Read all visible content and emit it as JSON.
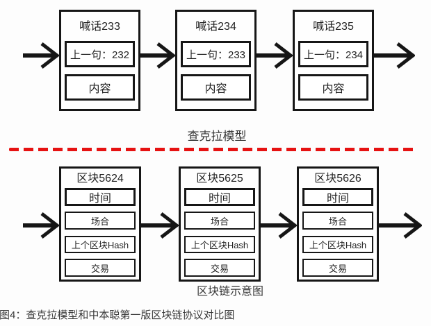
{
  "figure": {
    "caption": "图4：查克拉模型和中本聪第一版区块链协议对比图",
    "divider_color": "#e61212",
    "line_color": "#161616"
  },
  "chakra": {
    "label": "查克拉模型",
    "nodes": [
      {
        "title": "喊话233",
        "prev": "上一句：232",
        "content": "内容"
      },
      {
        "title": "喊话234",
        "prev": "上一句：233",
        "content": "内容"
      },
      {
        "title": "喊话235",
        "prev": "上一句：234",
        "content": "内容"
      }
    ]
  },
  "blockchain": {
    "label": "区块链示意图",
    "nodes": [
      {
        "title": "区块5624",
        "fields": [
          "时间",
          "场合",
          "上个区块Hash",
          "交易"
        ]
      },
      {
        "title": "区块5625",
        "fields": [
          "时间",
          "场合",
          "上个区块Hash",
          "交易"
        ]
      },
      {
        "title": "区块5626",
        "fields": [
          "时间",
          "场合",
          "上个区块Hash",
          "交易"
        ]
      }
    ]
  }
}
